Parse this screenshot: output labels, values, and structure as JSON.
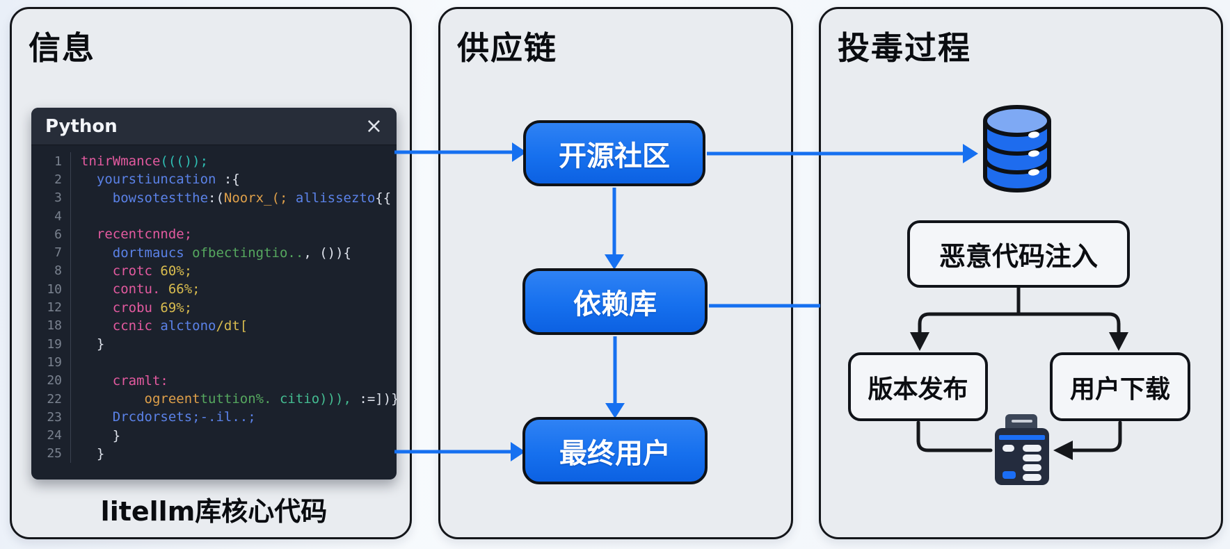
{
  "panels": {
    "info": {
      "title": "信息",
      "caption": "litellm库核心代码",
      "code_window": {
        "title": "Python",
        "close_label": "×",
        "token_colors": {
          "pink": "#e35a9f",
          "blue": "#5b82e8",
          "green": "#56a85f",
          "orange": "#dfa04a",
          "yellow": "#d9bc4f",
          "cyan": "#2fbfb4",
          "teal": "#44bd92",
          "fg": "#dfe3ec"
        },
        "lines": [
          {
            "n": "1",
            "tokens": [
              [
                "tnirWmance",
                "pink"
              ],
              [
                "((());",
                "cyan"
              ]
            ]
          },
          {
            "n": "2",
            "tokens": [
              [
                "  yourstiuncation",
                "blue"
              ],
              [
                " :{",
                "fg"
              ]
            ]
          },
          {
            "n": "3",
            "tokens": [
              [
                "    bowsotestthe",
                "blue"
              ],
              [
                ":(",
                "fg"
              ],
              [
                "Noorx_(;",
                "orange"
              ],
              [
                " allissezto",
                "blue"
              ],
              [
                "{{",
                "fg"
              ]
            ]
          },
          {
            "n": "4",
            "tokens": []
          },
          {
            "n": "6",
            "tokens": [
              [
                "  recentcnnde;",
                "pink"
              ]
            ]
          },
          {
            "n": "7",
            "tokens": [
              [
                "    dortmaucs",
                "blue"
              ],
              [
                " ofbectingtio..",
                "green"
              ],
              [
                ", ()){",
                "fg"
              ]
            ]
          },
          {
            "n": "8",
            "tokens": [
              [
                "    crotc ",
                "pink"
              ],
              [
                "60%;",
                "yellow"
              ]
            ]
          },
          {
            "n": "10",
            "tokens": [
              [
                "    contu. ",
                "pink"
              ],
              [
                "66%;",
                "yellow"
              ]
            ]
          },
          {
            "n": "12",
            "tokens": [
              [
                "    crobu ",
                "pink"
              ],
              [
                "69%;",
                "yellow"
              ]
            ]
          },
          {
            "n": "18",
            "tokens": [
              [
                "    ccnic ",
                "pink"
              ],
              [
                "alctono",
                "blue"
              ],
              [
                "/dt[",
                "yellow"
              ]
            ]
          },
          {
            "n": "19",
            "tokens": [
              [
                "  }",
                "fg"
              ]
            ]
          },
          {
            "n": "19",
            "tokens": []
          },
          {
            "n": "20",
            "tokens": [
              [
                "    cramlt:",
                "pink"
              ]
            ]
          },
          {
            "n": "22",
            "tokens": [
              [
                "        ogreent",
                "orange"
              ],
              [
                "tuttion%.",
                "green"
              ],
              [
                " citio))),",
                "teal"
              ],
              [
                " :=])}",
                "fg"
              ]
            ]
          },
          {
            "n": "23",
            "tokens": [
              [
                "    Drcdorsets;-.il..;",
                "blue"
              ]
            ]
          },
          {
            "n": "24",
            "tokens": [
              [
                "    }",
                "fg"
              ]
            ]
          },
          {
            "n": "25",
            "tokens": [
              [
                "  }",
                "fg"
              ]
            ]
          }
        ]
      }
    },
    "supply_chain": {
      "title": "供应链",
      "nodes": [
        {
          "label": "开源社区"
        },
        {
          "label": "依赖库"
        },
        {
          "label": "最终用户"
        }
      ]
    },
    "poisoning": {
      "title": "投毒过程",
      "nodes": [
        {
          "label": "恶意代码注入"
        },
        {
          "label": "版本发布"
        },
        {
          "label": "用户下载"
        }
      ],
      "icons": [
        "database-icon",
        "receipt-printer-icon"
      ]
    }
  },
  "colors": {
    "arrow_blue": "#1670f0",
    "node_blue": "#1670ee",
    "connector_black": "#15171b",
    "panel_fill": "#e9ecf0",
    "code_bg": "#1b212c",
    "code_header_bg": "#272d39",
    "db_icon_top": "#7ea9f4",
    "db_icon_body": "#1e6cee",
    "printer_body": "#242c3e",
    "printer_stripe": "#1b6ef5"
  }
}
